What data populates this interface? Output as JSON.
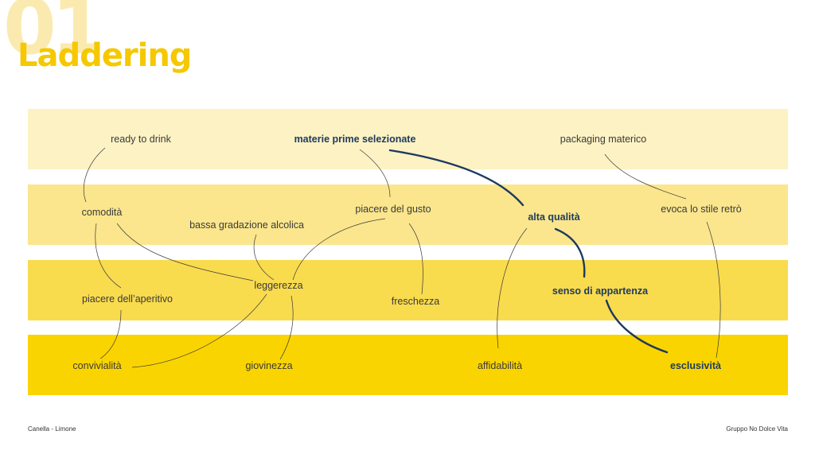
{
  "slide": {
    "number": "01",
    "title": "Laddering"
  },
  "colors": {
    "accent": "#f5c800",
    "level_1": "#fcf2c3",
    "level_2": "#fbe68d",
    "level_3": "#f9db4e",
    "level_4": "#fad400",
    "highlight": "#1d3a5f"
  },
  "nodes": {
    "ready_to_drink": "ready to drink",
    "materie_prime_selezionate": "materie prime selezionate",
    "packaging_materico": "packaging materico",
    "comodita": "comodità",
    "bassa_gradazione_alcolica": "bassa gradazione alcolica",
    "piacere_del_gusto": "piacere del gusto",
    "alta_qualita": "alta qualità",
    "evoca_lo_stile_retro": "evoca lo stile retrò",
    "piacere_dellaperitivo": "piacere dell’aperitivo",
    "leggerezza": "leggerezza",
    "freschezza": "freschezza",
    "senso_di_appartenza": "senso di appartenza",
    "convivialita": "convivialità",
    "giovinezza": "giovinezza",
    "affidabilita": "affidabilità",
    "esclusivita": "esclusività"
  },
  "footer": {
    "left": "Canella - Limone",
    "right": "Gruppo No Dolce Vita"
  }
}
